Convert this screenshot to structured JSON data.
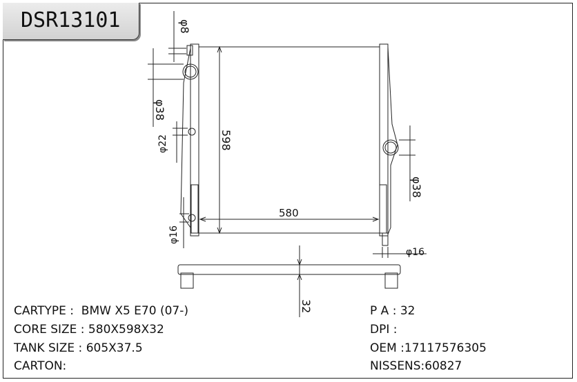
{
  "header": {
    "part_number": "DSR13101"
  },
  "dimensions": {
    "top_pin_dia": "φ8",
    "inlet_dia": "φ38",
    "side_spacing": "φ22",
    "bottom_pin_dia_left": "φ16",
    "core_height": "598",
    "core_width": "580",
    "outlet_dia": "φ38",
    "bottom_pin_dia_right": "φ16",
    "tank_depth": "32"
  },
  "specs": {
    "cartype": "CARTYPE :  BMW X5 E70 (07-)",
    "core_size": "CORE SIZE : 580X598X32",
    "tank_size": "TANK SIZE : 605X37.5",
    "carton": "CARTON:",
    "pa": "P A : 32",
    "dpi": "DPI :",
    "oem": "OEM :17117576305",
    "nissens": "NISSENS:60827"
  }
}
